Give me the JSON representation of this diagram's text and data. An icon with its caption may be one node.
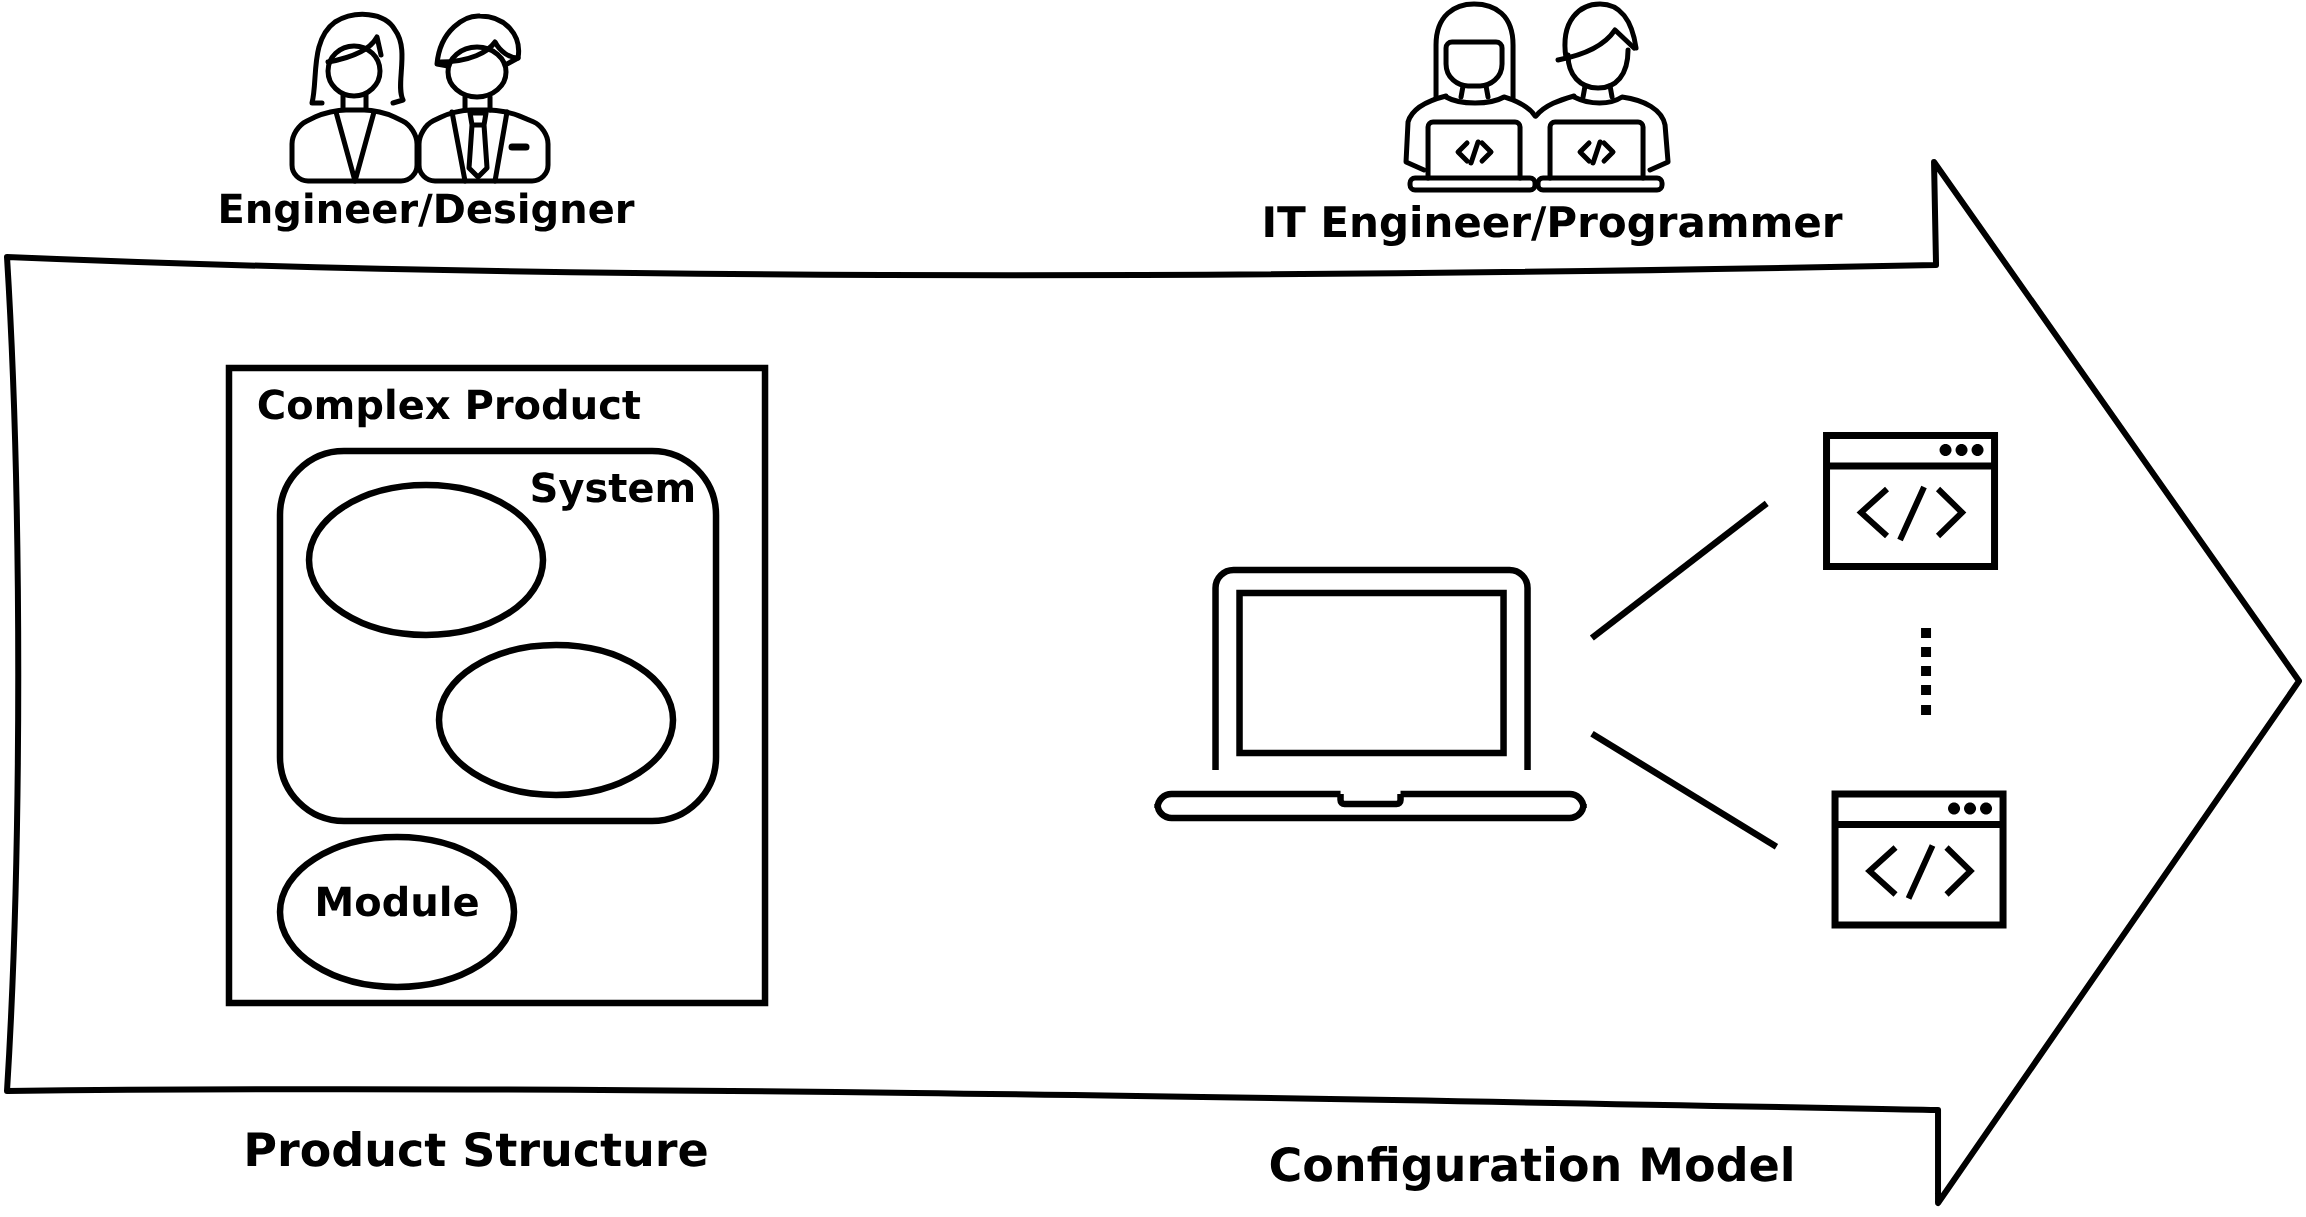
{
  "diagram": {
    "nodes": [
      {
        "text": [
          "Complex Product"
        ]
      },
      {
        "text": [
          "System"
        ],
        "in": 0
      },
      {
        "text": [],
        "shape": "ellipse",
        "in": 1
      },
      {
        "text": [],
        "shape": "ellipse",
        "in": 1
      },
      {
        "text": [
          "Module"
        ],
        "in": 0
      },
      {
        "text": [],
        "shape": "picture"
      },
      {
        "text": [],
        "shape": "picture"
      },
      {
        "text": [],
        "shape": "picture"
      }
    ],
    "edges": [
      {
        "from": 5,
        "to": 6,
        "arrow": "none"
      },
      {
        "from": 5,
        "to": 7,
        "arrow": "none"
      }
    ],
    "labels": [
      "Engineer/Designer",
      "IT Engineer/Programmer",
      "Product Structure",
      "Configuration Model"
    ]
  }
}
